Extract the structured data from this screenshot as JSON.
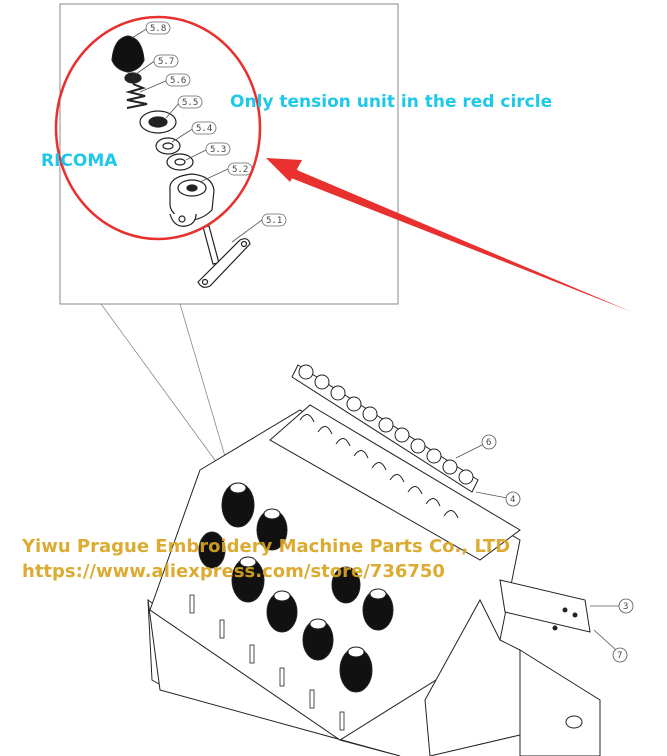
{
  "annotations": {
    "note": "Only tension unit in the red circle",
    "brand": "RICOMA"
  },
  "watermark": {
    "company": "Yiwu Prague Embroidery Machine Parts Co., LTD",
    "url": "https://www.aliexpress.com/store/736750"
  },
  "detail_part_labels": [
    "5.8",
    "5.7",
    "5.6",
    "5.5",
    "5.4",
    "5.3",
    "5.2",
    "5.1"
  ],
  "callouts": [
    "6",
    "4",
    "3",
    "7"
  ],
  "colors": {
    "highlight_red": "#e8312f",
    "annotation_cyan": "#1ec8e8",
    "watermark_gold": "#d9a520",
    "line_art": "#222222"
  }
}
